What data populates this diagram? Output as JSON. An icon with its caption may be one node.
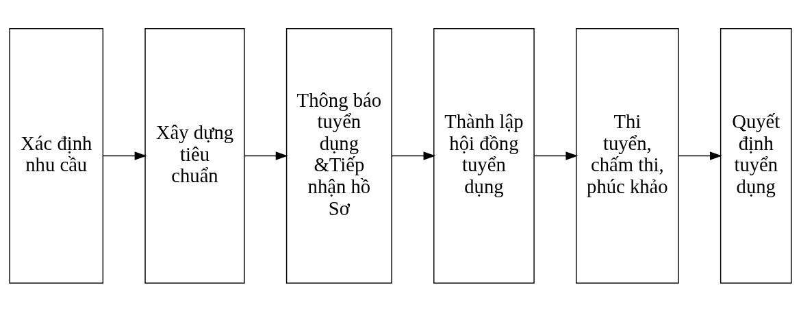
{
  "diagram": {
    "nodes": [
      {
        "text": [
          "Xác định nhu cầu"
        ]
      },
      {
        "text": [
          "Xây dựng tiêu chuẩn"
        ]
      },
      {
        "text": [
          "Thông báo tuyển dụng &Tiếp nhận hồ Sơ"
        ]
      },
      {
        "text": [
          "Thành lập hội đồng tuyển dụng"
        ]
      },
      {
        "text": [
          "Thi tuyển, chấm thi, phúc khảo"
        ]
      },
      {
        "text": [
          "Quyết định tuyển dụng"
        ]
      }
    ],
    "edges": [
      {
        "from": 0,
        "to": 1,
        "arrow": "to"
      },
      {
        "from": 1,
        "to": 2,
        "arrow": "to"
      },
      {
        "from": 2,
        "to": 3,
        "arrow": "to"
      },
      {
        "from": 3,
        "to": 4,
        "arrow": "to"
      },
      {
        "from": 4,
        "to": 5,
        "arrow": "to"
      }
    ]
  }
}
